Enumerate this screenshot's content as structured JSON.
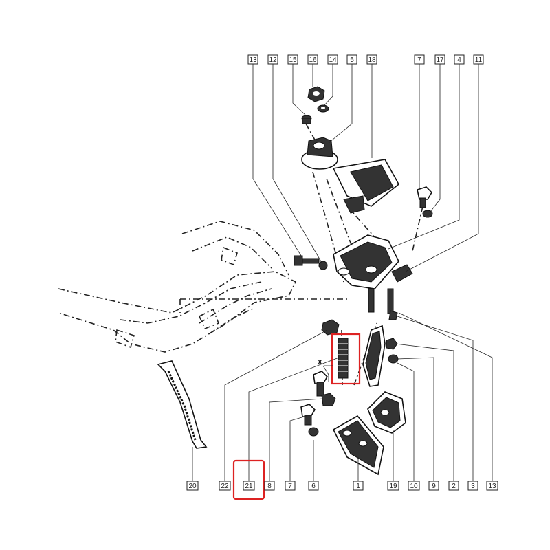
{
  "diagram": {
    "dimension_mark": "X",
    "highlight_color": "#d22222",
    "top_callouts": [
      "13",
      "12",
      "15",
      "16",
      "14",
      "5",
      "18",
      "7",
      "17",
      "4",
      "11"
    ],
    "bottom_callouts": [
      "20",
      "22",
      "21",
      "8",
      "7",
      "6",
      "1",
      "19",
      "10",
      "9",
      "2",
      "3",
      "13"
    ],
    "highlighted_callout": "21",
    "highlighted_part": "stud-21"
  }
}
